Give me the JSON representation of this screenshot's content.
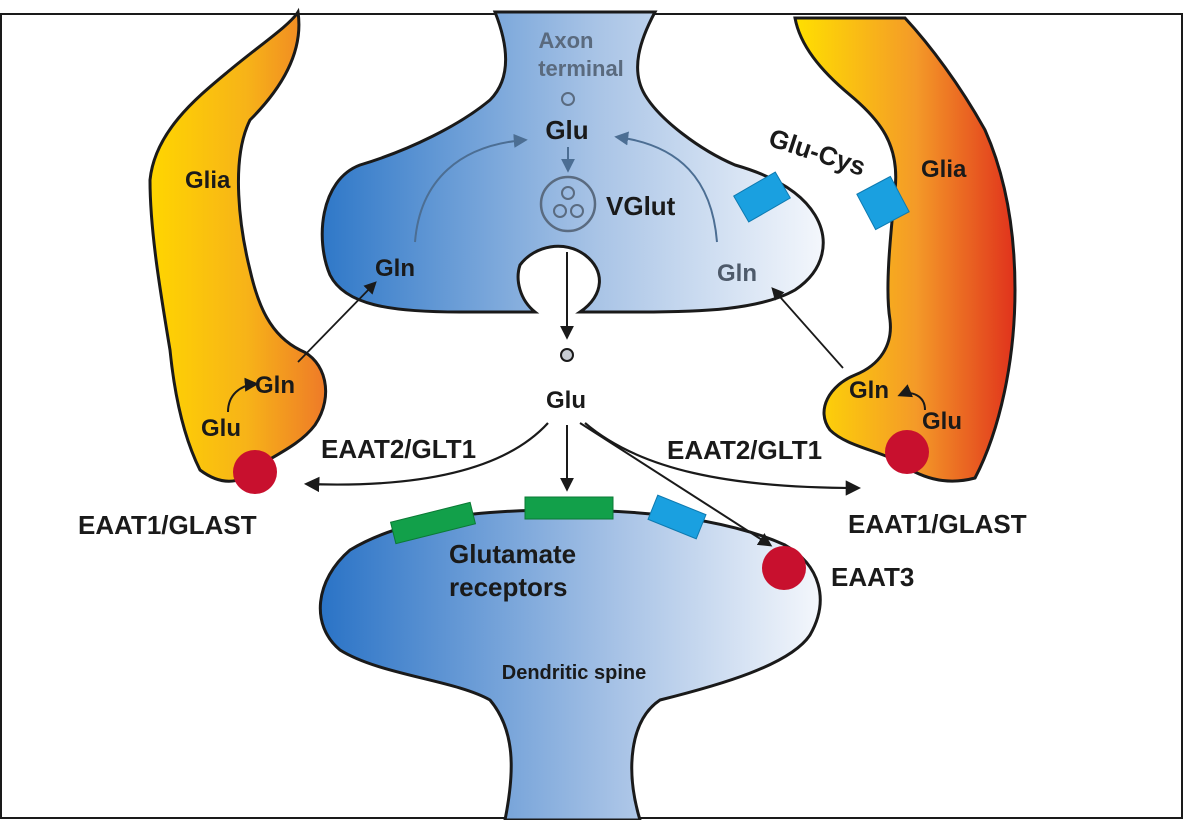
{
  "labels": {
    "axon_terminal_line1": "Axon",
    "axon_terminal_line2": "terminal",
    "glu_presynaptic": "Glu",
    "vglut": "VGlut",
    "gln_left_neuron": "Gln",
    "gln_right_neuron": "Gln",
    "glu_cys": "Glu-Cys",
    "glia_left": "Glia",
    "glia_right": "Glia",
    "gln_left_glia": "Gln",
    "glu_left_glia": "Glu",
    "gln_right_glia": "Gln",
    "glu_right_glia": "Glu",
    "glu_cleft": "Glu",
    "eaat2_left": "EAAT2/GLT1",
    "eaat2_right": "EAAT2/GLT1",
    "eaat1_left": "EAAT1/GLAST",
    "eaat1_right": "EAAT1/GLAST",
    "glutamate_receptors_line1": "Glutamate",
    "glutamate_receptors_line2": "receptors",
    "eaat3": "EAAT3",
    "dendritic_spine": "Dendritic spine"
  },
  "colors": {
    "neuron_dark": "#2f78c8",
    "neuron_light": "#f2f6fc",
    "glia_yellow": "#ffd400",
    "glia_orange": "#f08a2a",
    "glia_red": "#e33a1e",
    "transporter_red": "#c8102e",
    "receptor_green": "#12a04a",
    "exchanger_blue": "#1aa0e0",
    "outline": "#1a1a1a"
  }
}
